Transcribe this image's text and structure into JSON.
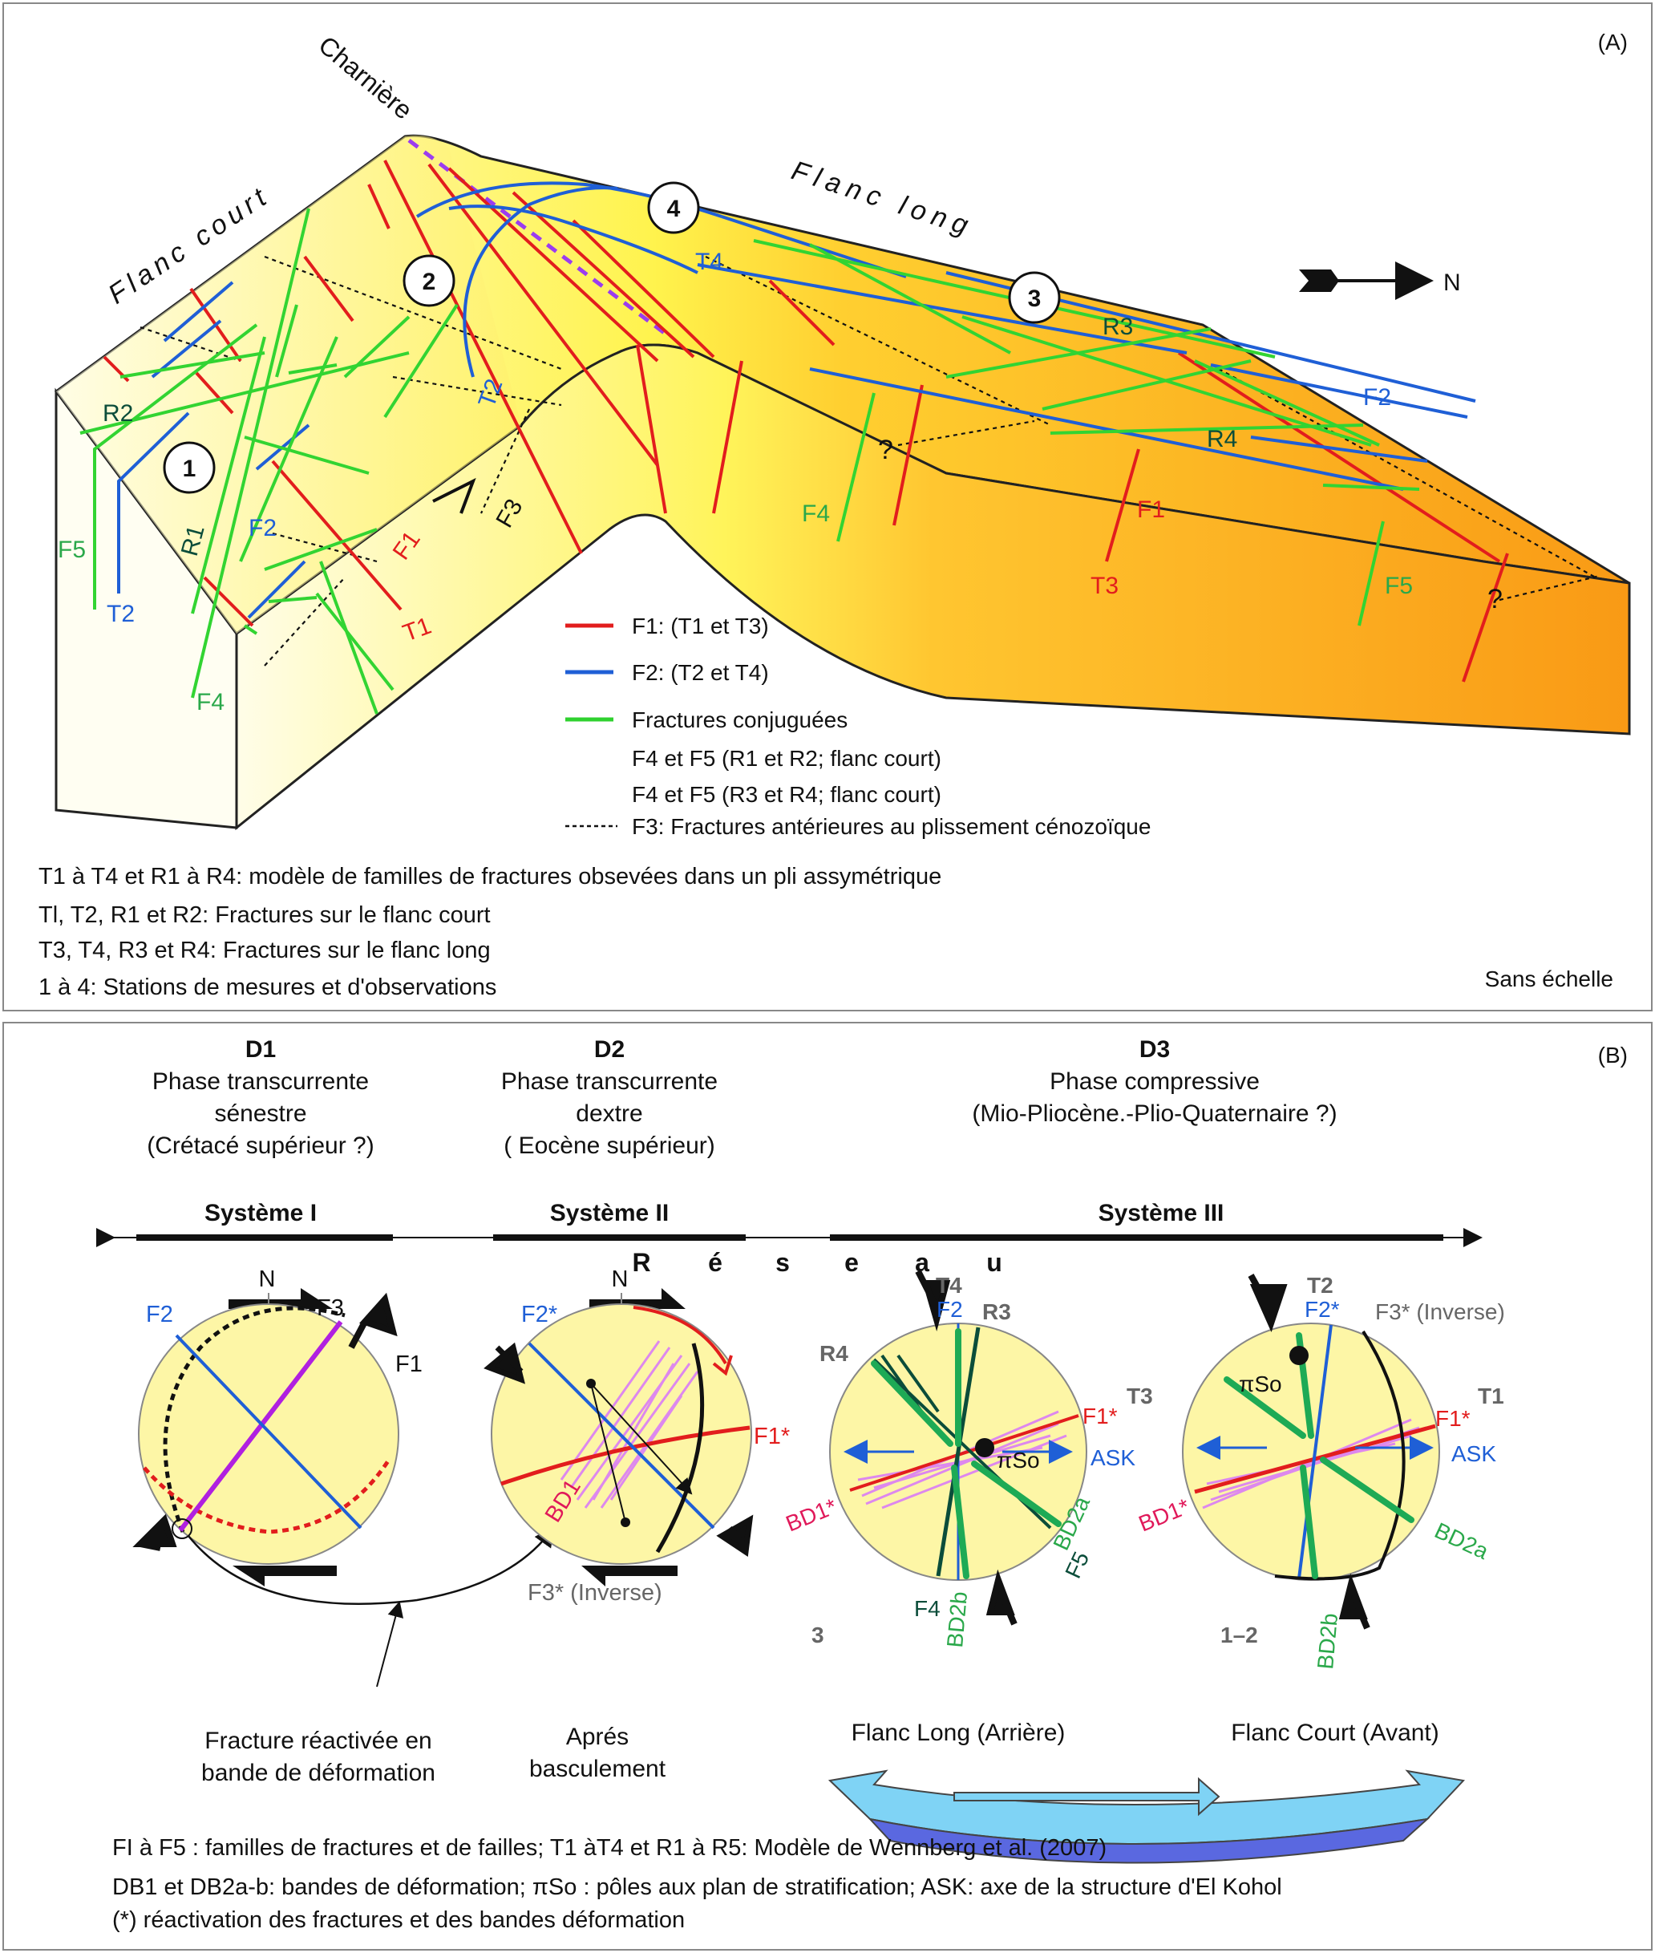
{
  "panelA": {
    "tag": "(A)",
    "labels": {
      "charniere": "Charnière",
      "flanc_court": "Flanc court",
      "flanc_long": "Flanc long",
      "north": "N",
      "scale": "Sans échelle",
      "question": "?"
    },
    "stations": [
      "1",
      "2",
      "3",
      "4"
    ],
    "fracture_labels": {
      "R1": "R1",
      "R2": "R2",
      "R3": "R3",
      "R4": "R4",
      "T1": "T1",
      "T2": "T2",
      "T3": "T3",
      "T4": "T4",
      "F1": "F1",
      "F2": "F2",
      "F3": "F3",
      "F4": "F4",
      "F5": "F5"
    },
    "legend": [
      {
        "key": "f1",
        "text": "F1: (T1 et T3)",
        "color": "#e21d1d"
      },
      {
        "key": "f2",
        "text": "F2: (T2 et T4)",
        "color": "#1f5fd6"
      },
      {
        "key": "conj",
        "text": "Fractures conjuguées",
        "color": "#2fd12f"
      },
      {
        "key": "f45a",
        "text": "F4 et F5 (R1 et R2; flanc court)"
      },
      {
        "key": "f45b",
        "text": "F4 et F5 (R3 et R4; flanc court)"
      },
      {
        "key": "f3",
        "text": "F3: Fractures antérieures au plissement cénozoïque",
        "color": "#111111"
      }
    ],
    "notes": [
      "T1 à T4 et R1 à R4: modèle de familles de fractures obsevées dans un pli assymétrique",
      "Tl, T2, R1 et R2: Fractures sur le flanc court",
      "T3, T4, R3 et R4: Fractures sur le flanc long",
      "1 à 4: Stations de mesures et d'observations"
    ],
    "colors": {
      "flank_yellow": "#fff89a",
      "flank_orange": "#fba21a",
      "fill_light": "#fffde0"
    }
  },
  "panelB": {
    "tag": "(B)",
    "phases": [
      {
        "code": "D1",
        "lines": [
          "Phase transcurrente",
          "sénestre",
          "(Crétacé supérieur ?)"
        ]
      },
      {
        "code": "D2",
        "lines": [
          "Phase transcurrente",
          "dextre",
          "( Eocène supérieur)"
        ]
      },
      {
        "code": "D3",
        "lines": [
          "Phase compressive",
          "(Mio-Pliocène.-Plio-Quaternaire ?)"
        ]
      }
    ],
    "systems": [
      "Système I",
      "Système II",
      "Système III"
    ],
    "reseau": [
      "R",
      "é",
      "s",
      "e",
      "a",
      "u"
    ],
    "stereo1": {
      "N": "N",
      "F1": "F1",
      "F2": "F2",
      "F3": "F3"
    },
    "stereo2": {
      "N": "N",
      "F1s": "F1*",
      "F2s": "F2*",
      "BD1": "BD1",
      "F3s": "F3* (Inverse)"
    },
    "stereo3": {
      "T4": "T4",
      "F2": "F2",
      "R3": "R3",
      "R4": "R4",
      "T3": "T3",
      "F1s": "F1*",
      "ASK": "ASK",
      "piSo": "πSo",
      "BD1s": "BD1*",
      "BD2a": "BD2a",
      "F5": "F5",
      "F4": "F4",
      "BD2b": "BD2b",
      "station": "3"
    },
    "stereo4": {
      "T2": "T2",
      "F2s": "F2*",
      "F3s": "F3* (Inverse)",
      "piSo": "πSo",
      "T1": "T1",
      "F1s": "F1*",
      "ASK": "ASK",
      "BD1s": "BD1*",
      "BD2a": "BD2a",
      "BD2b": "BD2b",
      "station": "1–2"
    },
    "captions": {
      "react_1": "Fracture réactivée en",
      "react_2": "bande de déformation",
      "apres_1": "Aprés",
      "apres_2": "basculement",
      "flanc_long": "Flanc Long (Arrière)",
      "flanc_court": "Flanc Court (Avant)"
    },
    "notes": [
      "FI à F5 : familles de fractures et de failles; T1 àT4 et R1 à R5: Modèle de Wennberg et al. (2007)",
      "DB1 et DB2a-b: bandes de déformation; πSo : pôles aux plan de stratification; ASK: axe de la structure d'El Kohol",
      "(*) réactivation des fractures et des bandes déformation"
    ],
    "colors": {
      "stereo_fill": "#fdf6a6",
      "pink": "#dd88ee",
      "green_band": "#1eaa55",
      "arrow_blue": "#7fd3f5"
    }
  }
}
